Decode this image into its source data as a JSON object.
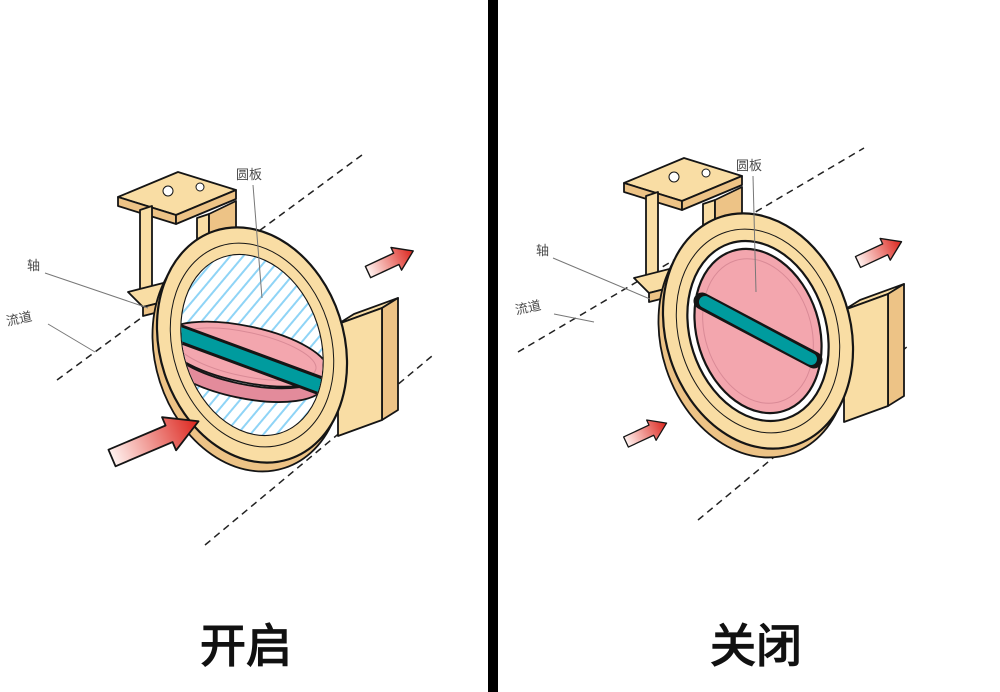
{
  "diagram": {
    "subject": "butterfly-valve-open-closed",
    "panels": [
      {
        "state": "open",
        "caption": "开启",
        "labels": {
          "disc": "圆板",
          "shaft": "轴",
          "flow_channel": "流道"
        }
      },
      {
        "state": "closed",
        "caption": "关闭",
        "labels": {
          "disc": "圆板",
          "shaft": "轴",
          "flow_channel": "流道"
        }
      }
    ],
    "colors": {
      "valve_body": "#F9DDA4",
      "valve_body_shade": "#EDC386",
      "disc_pink": "#F3A6AE",
      "disc_pink_shade": "#E38B9B",
      "disc_rim_line": "#D98A96",
      "shaft_teal": "#009B9E",
      "hatch_blue": "#8FD4F6",
      "arrow_red": "#DC241C",
      "arrow_tail": "#FFF2EF",
      "outline": "#151515",
      "annotation_text": "#4A4A4A",
      "caption_text": "#111111",
      "divider": "#000000",
      "background": "#FFFFFF"
    }
  }
}
